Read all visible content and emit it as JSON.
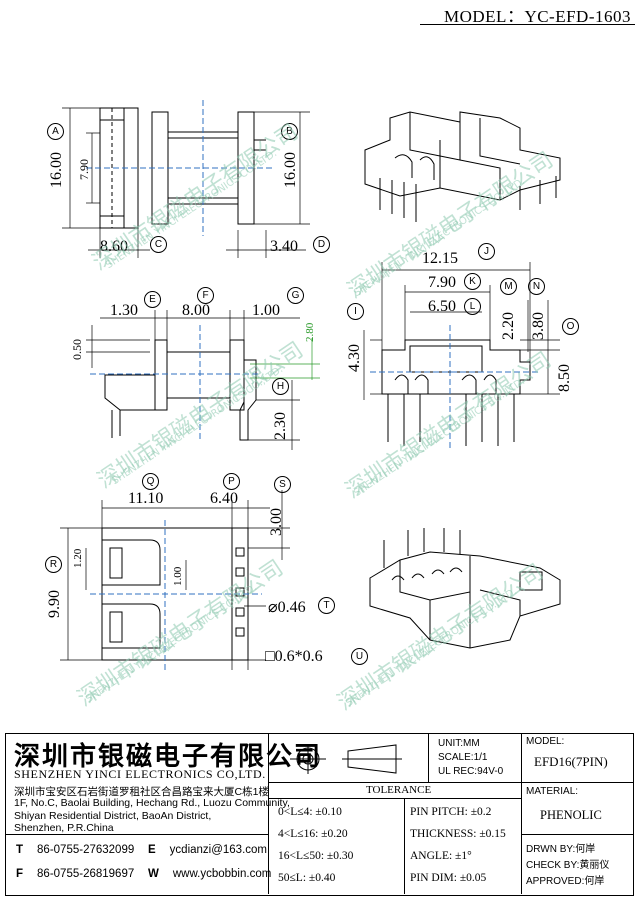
{
  "model_header": "MODEL：YC-EFD-1603",
  "dimensions": {
    "A": "16.00",
    "B": "16.00",
    "C": "8.60",
    "D": "3.40",
    "front_inner": "7.90",
    "E": "1.30",
    "F": "8.00",
    "G": "1.00",
    "H_top": "2.80",
    "H": "2.30",
    "side_small": "0.50",
    "J": "12.15",
    "K": "7.90",
    "L": "6.50",
    "M": "2.20",
    "N": "3.80",
    "O": "8.50",
    "I": "4.30",
    "Q": "11.10",
    "P": "6.40",
    "S": "3.00",
    "R": "9.90",
    "pitch_1": "1.20",
    "pitch_2": "1.00",
    "T": "⌀0.46",
    "U": "□0.6*0.6"
  },
  "labels": [
    "A",
    "B",
    "C",
    "D",
    "E",
    "F",
    "G",
    "H",
    "I",
    "J",
    "K",
    "L",
    "M",
    "N",
    "O",
    "P",
    "Q",
    "R",
    "S",
    "T",
    "U"
  ],
  "watermark_cn": "深圳市银磁电子有限公司",
  "watermark_en": "SHENZHEN YINCI ELECTRONICS CO.,LTD.",
  "company": {
    "name_cn": "深圳市银磁电子有限公司",
    "name_en": "SHENZHEN YINCI ELECTRONICS CO,LTD.",
    "addr_cn": "深圳市宝安区石岩街道罗租社区合昌路宝来大厦C栋1楼",
    "addr_en_1": "1F, No.C, Baolai Building, Hechang Rd., Luozu Community,",
    "addr_en_2": "Shiyan Residential District, BaoAn District,",
    "addr_en_3": "Shenzhen, P.R.China",
    "tel_label": "T",
    "tel": "86-0755-27632099",
    "fax_label": "F",
    "fax": "86-0755-26819697",
    "email_label": "E",
    "email": "ycdianzi@163.com",
    "web_label": "W",
    "web": "www.ycbobbin.com"
  },
  "spec": {
    "unit": "UNIT:MM",
    "scale": "SCALE:1/1",
    "ul": "UL REC:94V-0",
    "model_label": "MODEL:",
    "model_value": "EFD16(7PIN)",
    "material_label": "MATERIAL:",
    "material_value": "PHENOLIC",
    "drawn": "DRWN BY:何岸",
    "check": "CHECK BY:黄丽仪",
    "approved": "APPROVED:何岸"
  },
  "tolerance": {
    "title": "TOLERANCE",
    "rows": [
      {
        "left": "0<L≤4: ±0.10",
        "right": "PIN PITCH: ±0.2"
      },
      {
        "left": "4<L≤16: ±0.20",
        "right": "THICKNESS: ±0.15"
      },
      {
        "left": "16<L≤50: ±0.30",
        "right": "ANGLE: ±1°"
      },
      {
        "left": "50≤L: ±0.40",
        "right": "PIN DIM: ±0.05"
      }
    ]
  }
}
